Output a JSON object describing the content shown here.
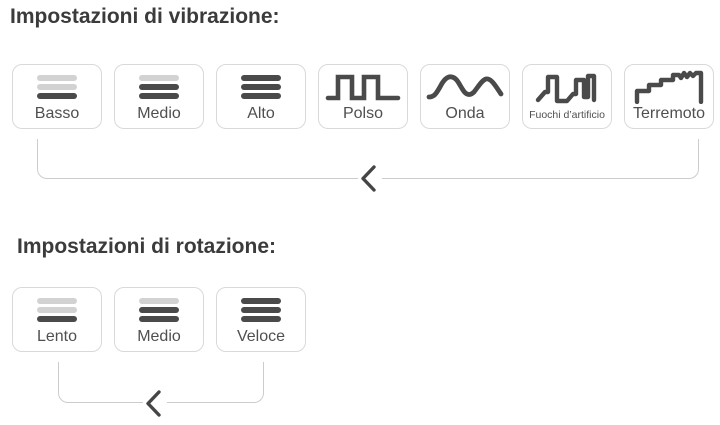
{
  "colors": {
    "background": "#ffffff",
    "heading_text": "#3b3b3b",
    "label_text": "#4f4f4f",
    "button_border": "#d9d9d9",
    "icon_dark": "#4a4a4a",
    "icon_light": "#d2d2d2",
    "connector_line": "#cccccc",
    "chevron": "#454545"
  },
  "vibration": {
    "heading": "Impostazioni di vibrazione:",
    "options": [
      {
        "label": "Basso",
        "icon": "bars-low"
      },
      {
        "label": "Medio",
        "icon": "bars-medium"
      },
      {
        "label": "Alto",
        "icon": "bars-high"
      },
      {
        "label": "Polso",
        "icon": "pulse-wave"
      },
      {
        "label": "Onda",
        "icon": "sine-wave"
      },
      {
        "label": "Fuochi d’artificio",
        "icon": "fireworks-wave",
        "small": true
      },
      {
        "label": "Terremoto",
        "icon": "earthquake-wave"
      }
    ],
    "connector": {
      "icon": "chevron-left"
    }
  },
  "rotation": {
    "heading": "Impostazioni di rotazione:",
    "options": [
      {
        "label": "Lento",
        "icon": "bars-low"
      },
      {
        "label": "Medio",
        "icon": "bars-medium"
      },
      {
        "label": "Veloce",
        "icon": "bars-high"
      }
    ],
    "connector": {
      "icon": "chevron-left"
    }
  }
}
